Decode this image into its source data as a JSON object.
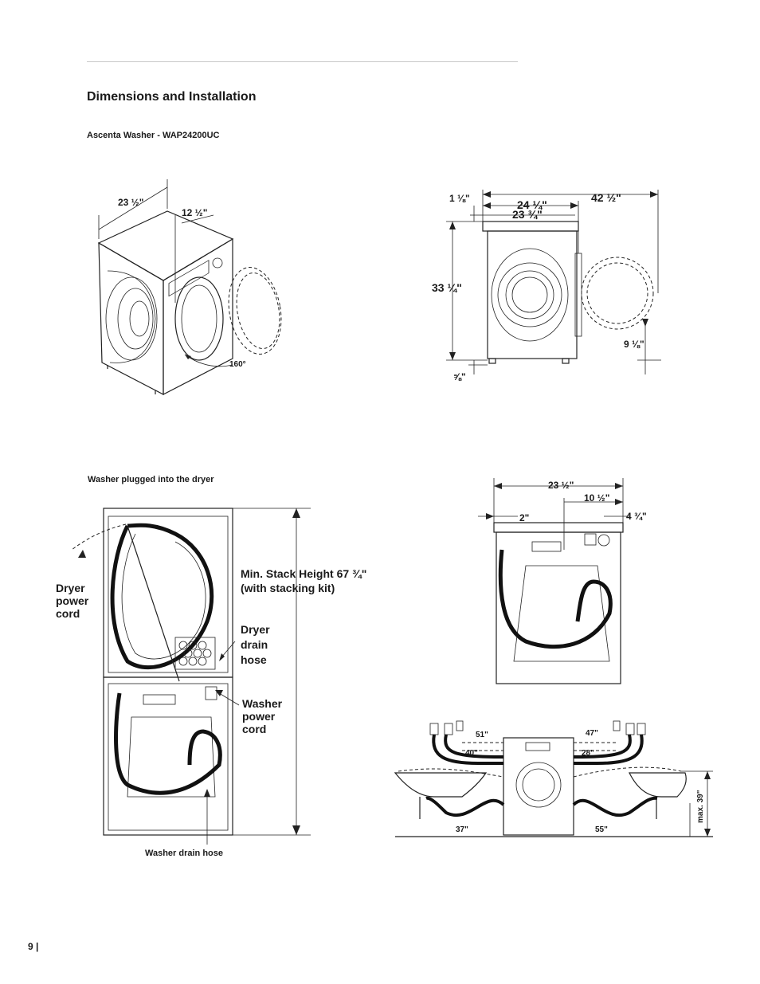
{
  "header": {
    "title": "Dimensions and Installation",
    "subtitle": "Ascenta Washer -  WAP24200UC"
  },
  "figure_perspective": {
    "depth_label": "23 ½\"",
    "top_label": "12 ½\"",
    "door_angle_label": "160°"
  },
  "figure_side": {
    "top_offset_label": "1 ⅛\"",
    "depth1_label": "24 ¼\"",
    "depth2_label": "23 ¾\"",
    "total_depth_label": "42 ½\"",
    "height_label": "33 ¼\"",
    "door_label": "9 ⅛\"",
    "foot_label": "⅝\""
  },
  "figure_stack": {
    "caption": "Washer plugged into the dryer",
    "dryer_power_cord": "Dryer power cord",
    "min_stack_line1": "Min. Stack Height 67 ¾\"",
    "min_stack_line2": "(with stacking kit)",
    "dryer_drain_hose": "Dryer drain hose",
    "washer_power_cord": "Washer power cord",
    "washer_drain_hose": "Washer drain hose"
  },
  "figure_rear": {
    "width_label": "23 ½\"",
    "half_label": "10 ½\"",
    "left_offset_label": "2\"",
    "right_offset_label": "4 ¾\""
  },
  "figure_hoses": {
    "left_top_label": "51\"",
    "left_mid_label": "40\"",
    "right_top_label": "47\"",
    "right_mid_label": "28\"",
    "left_bottom_label": "37\"",
    "right_bottom_label": "55\"",
    "max_height_label": "max. 39\""
  },
  "footer": {
    "page_number": "9 |"
  }
}
